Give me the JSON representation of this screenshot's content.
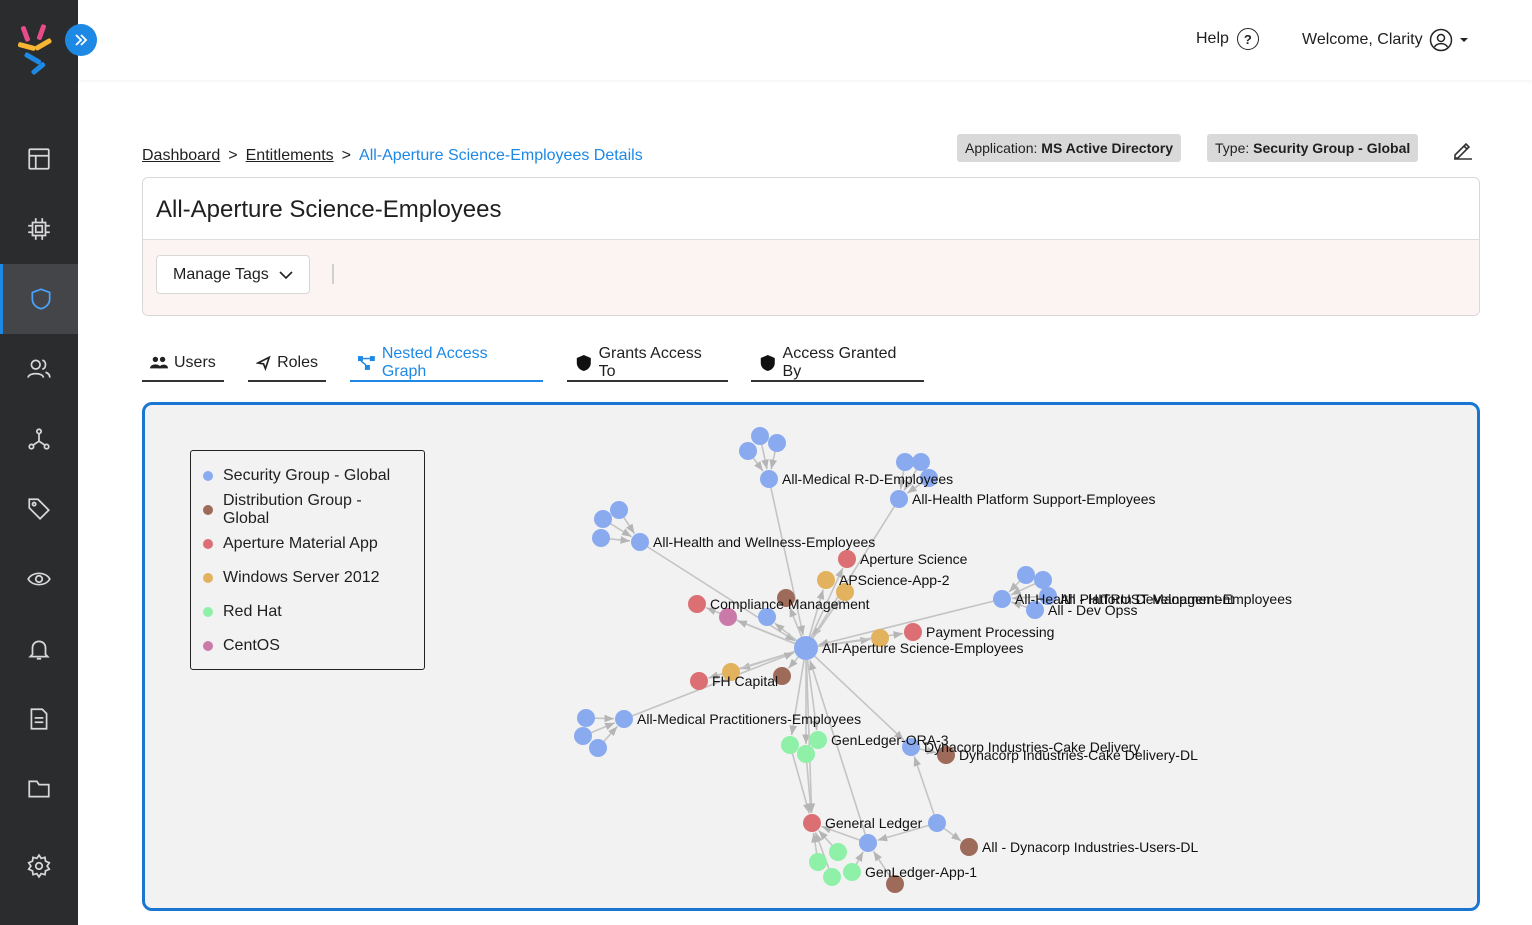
{
  "header": {
    "help_label": "Help",
    "help_icon": "?",
    "welcome": "Welcome, Clarity"
  },
  "breadcrumb": {
    "items": [
      "Dashboard",
      "Entitlements"
    ],
    "current": "All-Aperture Science-Employees Details",
    "separator": ">"
  },
  "badges": {
    "application_key": "Application:",
    "application_value": "MS Active Directory",
    "type_key": "Type:",
    "type_value": "Security Group - Global"
  },
  "entity": {
    "title": "All-Aperture Science-Employees",
    "manage_tags_label": "Manage Tags"
  },
  "tabs": [
    {
      "label": "Users",
      "icon": "users-icon"
    },
    {
      "label": "Roles",
      "icon": "roles-icon"
    },
    {
      "label": "Nested Access Graph",
      "icon": "graph-icon",
      "active": true
    },
    {
      "label": "Grants Access To",
      "icon": "shield-icon"
    },
    {
      "label": "Access Granted By",
      "icon": "shield-icon"
    }
  ],
  "legend": [
    {
      "label": "Security Group - Global",
      "color": "#8aaaf0"
    },
    {
      "label": "Distribution Group - Global",
      "color": "#9e6b5a"
    },
    {
      "label": "Aperture Material App",
      "color": "#db6f73"
    },
    {
      "label": "Windows Server 2012",
      "color": "#e3b25e"
    },
    {
      "label": "Red Hat",
      "color": "#8ff0a8"
    },
    {
      "label": "CentOS",
      "color": "#c97aa8"
    }
  ],
  "graph": {
    "labels": [
      "All-Medical R-D-Employees",
      "All-Health Platform Support-Employees",
      "All-Health and Wellness-Employees",
      "Aperture Science",
      "APScience-App-2",
      "Compliance Management",
      "All-Health Platform Development-Employees",
      "All - HITRUST Management",
      "All - Dev Opss",
      "Payment Processing",
      "All-Aperture Science-Employees",
      "FH Capital",
      "All-Medical Practitioners-Employees",
      "GenLedger-ORA-3",
      "Dynacorp Industries-Cake Delivery",
      "Dynacorp Industries-Cake Delivery-DL",
      "General Ledger",
      "All - Dynacorp Industries-Users-DL",
      "GenLedger-App-1"
    ]
  }
}
